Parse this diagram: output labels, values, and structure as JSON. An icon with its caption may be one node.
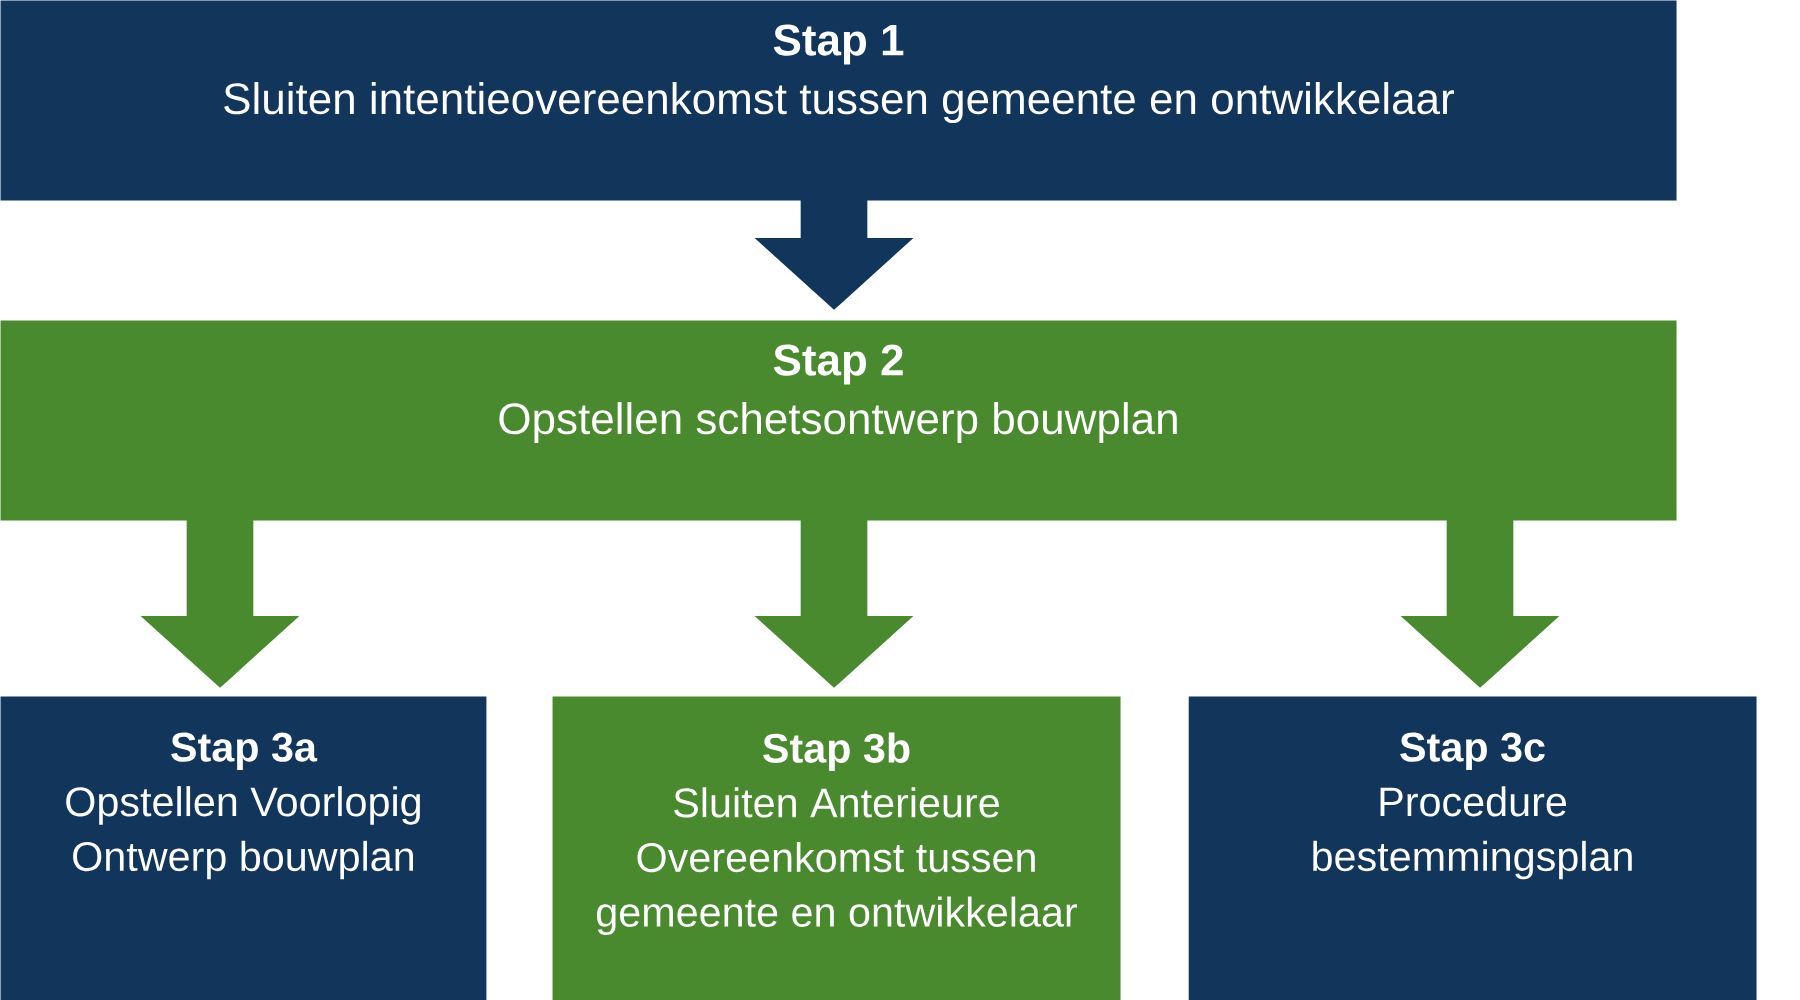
{
  "diagram": {
    "nodes": [
      {
        "text": [
          "Stap 1",
          "Sluiten intentieovereenkomst tussen gemeente en ontwikkelaar"
        ]
      },
      {
        "text": [
          "Stap 2",
          "Opstellen schetsontwerp bouwplan"
        ]
      },
      {
        "text": [
          "Stap 3a",
          "Opstellen Voorlopig Ontwerp bouwplan"
        ]
      },
      {
        "text": [
          "Stap 3b",
          "Sluiten Anterieure Overeenkomst tussen gemeente en ontwikkelaar"
        ]
      },
      {
        "text": [
          "Stap 3c",
          "Procedure bestemmingsplan"
        ]
      }
    ],
    "edges": [
      {
        "from": 0,
        "to": 1,
        "arrow": "to"
      },
      {
        "from": 1,
        "to": 2,
        "arrow": "to"
      },
      {
        "from": 1,
        "to": 3,
        "arrow": "to"
      },
      {
        "from": 1,
        "to": 4,
        "arrow": "to"
      }
    ]
  }
}
